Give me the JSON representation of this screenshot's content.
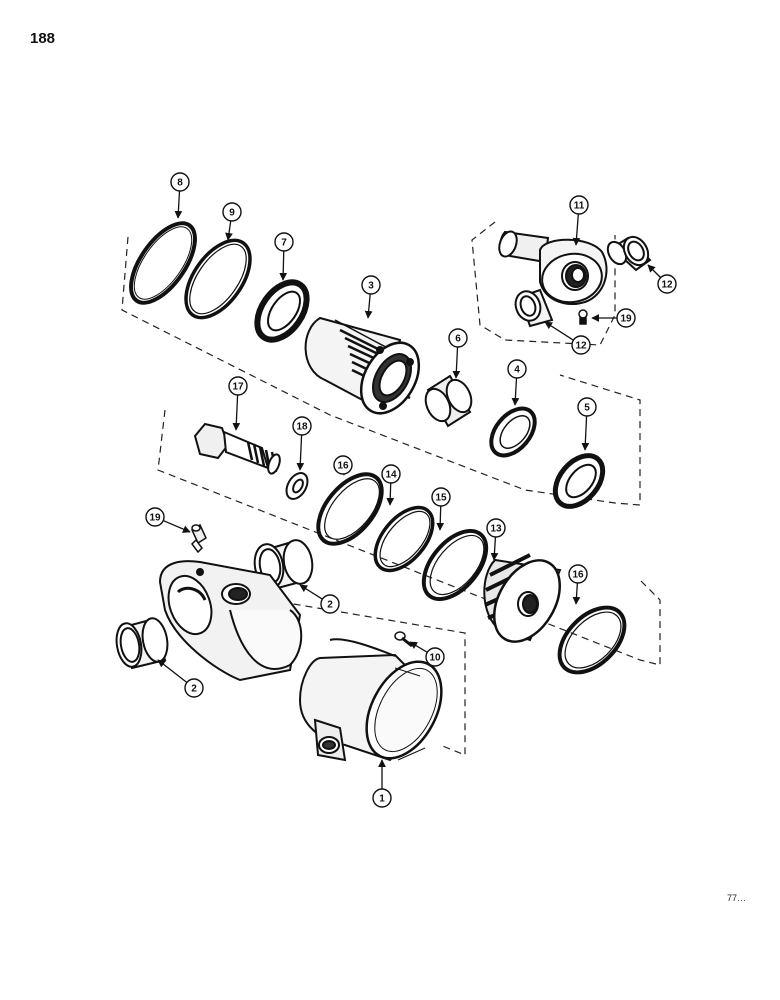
{
  "page": {
    "page_number": "188",
    "figure_code": "77…"
  },
  "callouts": [
    {
      "id": "8",
      "label": "8",
      "part": "ring"
    },
    {
      "id": "9",
      "label": "9",
      "part": "ring"
    },
    {
      "id": "7",
      "label": "7",
      "part": "seal"
    },
    {
      "id": "3",
      "label": "3",
      "part": "gland"
    },
    {
      "id": "11",
      "label": "11",
      "part": "rod-eye"
    },
    {
      "id": "12a",
      "label": "12",
      "part": "bushing"
    },
    {
      "id": "19a",
      "label": "19",
      "part": "fitting"
    },
    {
      "id": "12b",
      "label": "12",
      "part": "bushing"
    },
    {
      "id": "6",
      "label": "6",
      "part": "bushing"
    },
    {
      "id": "4",
      "label": "4",
      "part": "ring"
    },
    {
      "id": "5",
      "label": "5",
      "part": "seal"
    },
    {
      "id": "17",
      "label": "17",
      "part": "bolt"
    },
    {
      "id": "18",
      "label": "18",
      "part": "washer"
    },
    {
      "id": "16a",
      "label": "16",
      "part": "ring"
    },
    {
      "id": "14",
      "label": "14",
      "part": "ring"
    },
    {
      "id": "15",
      "label": "15",
      "part": "ring"
    },
    {
      "id": "13",
      "label": "13",
      "part": "piston"
    },
    {
      "id": "16b",
      "label": "16",
      "part": "ring"
    },
    {
      "id": "19b",
      "label": "19",
      "part": "fitting"
    },
    {
      "id": "2a",
      "label": "2",
      "part": "bushing"
    },
    {
      "id": "2b",
      "label": "2",
      "part": "bushing"
    },
    {
      "id": "10",
      "label": "10",
      "part": "screw"
    },
    {
      "id": "1",
      "label": "1",
      "part": "cylinder-tube"
    }
  ],
  "colors": {
    "ink": "#111111",
    "paper": "#ffffff"
  }
}
